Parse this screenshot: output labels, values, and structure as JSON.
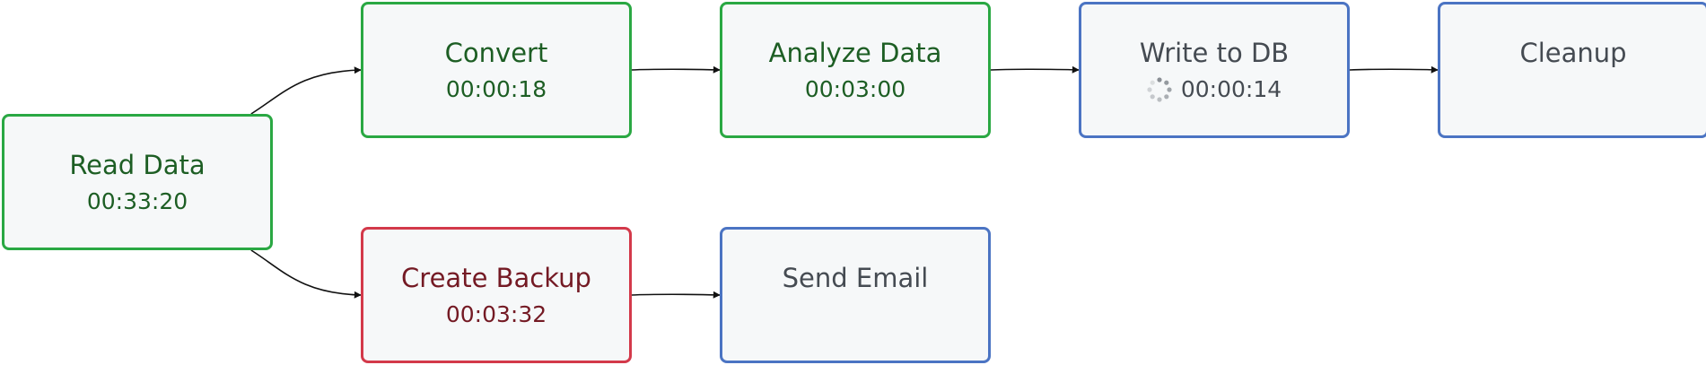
{
  "colors": {
    "success_border": "#2aa843",
    "success_text": "#1d5e24",
    "failed_border": "#d3394a",
    "failed_text": "#741a24",
    "pending_border": "#4b74c3",
    "pending_text": "#454b52",
    "node_fill": "#f6f8f9",
    "edge": "#111111"
  },
  "nodes": [
    {
      "id": "read-data",
      "name": "Read Data",
      "time": "00:33:20",
      "state": "success"
    },
    {
      "id": "convert",
      "name": "Convert",
      "time": "00:00:18",
      "state": "success"
    },
    {
      "id": "analyze-data",
      "name": "Analyze Data",
      "time": "00:03:00",
      "state": "success"
    },
    {
      "id": "write-to-db",
      "name": "Write to DB",
      "time": "00:00:14",
      "state": "running",
      "icon": "spinner-icon"
    },
    {
      "id": "cleanup",
      "name": "Cleanup",
      "time": "",
      "state": "pending"
    },
    {
      "id": "create-backup",
      "name": "Create Backup",
      "time": "00:03:32",
      "state": "failed"
    },
    {
      "id": "send-email",
      "name": "Send Email",
      "time": "",
      "state": "pending"
    }
  ],
  "edges": [
    {
      "from": "read-data",
      "to": "convert"
    },
    {
      "from": "convert",
      "to": "analyze-data"
    },
    {
      "from": "analyze-data",
      "to": "write-to-db"
    },
    {
      "from": "write-to-db",
      "to": "cleanup"
    },
    {
      "from": "read-data",
      "to": "create-backup"
    },
    {
      "from": "create-backup",
      "to": "send-email"
    }
  ]
}
